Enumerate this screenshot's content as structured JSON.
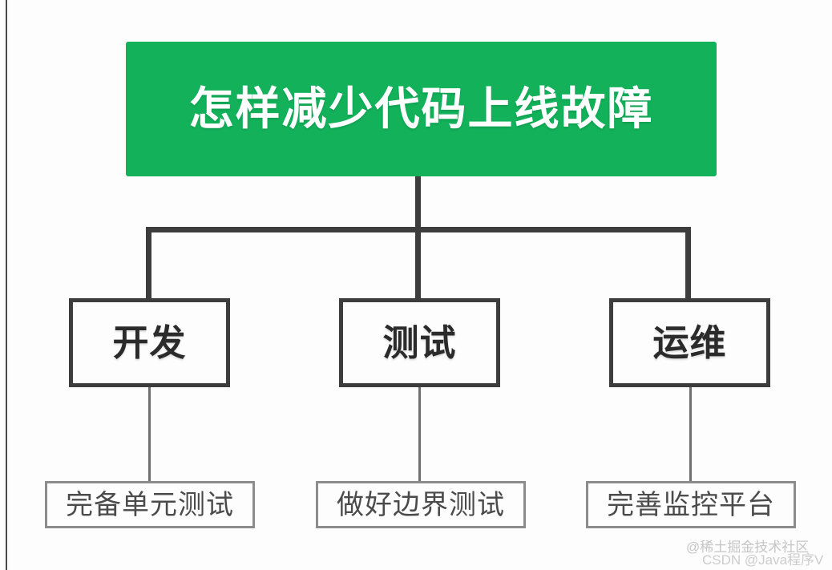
{
  "diagram": {
    "type": "tree",
    "orientation": "top-down",
    "background_color": "#fdfdfd",
    "accent_color": "#12b15a",
    "line_color": "#3d3d3d",
    "root": {
      "label": "怎样减少代码上线故障",
      "text_color": "#ffffff",
      "fill_color": "#12b15a"
    },
    "levels": [
      {
        "name": "roles",
        "nodes": [
          {
            "label": "开发"
          },
          {
            "label": "测试"
          },
          {
            "label": "运维"
          }
        ]
      },
      {
        "name": "practices",
        "nodes": [
          {
            "label": "完备单元测试"
          },
          {
            "label": "做好边界测试"
          },
          {
            "label": "完善监控平台"
          }
        ]
      }
    ],
    "edges": [
      {
        "from": "怎样减少代码上线故障",
        "to": "开发"
      },
      {
        "from": "怎样减少代码上线故障",
        "to": "测试"
      },
      {
        "from": "怎样减少代码上线故障",
        "to": "运维"
      },
      {
        "from": "开发",
        "to": "完备单元测试"
      },
      {
        "from": "测试",
        "to": "做好边界测试"
      },
      {
        "from": "运维",
        "to": "完善监控平台"
      }
    ]
  },
  "watermarks": {
    "juejin": "@稀土掘金技术社区",
    "csdn": "CSDN @Java程序V"
  }
}
